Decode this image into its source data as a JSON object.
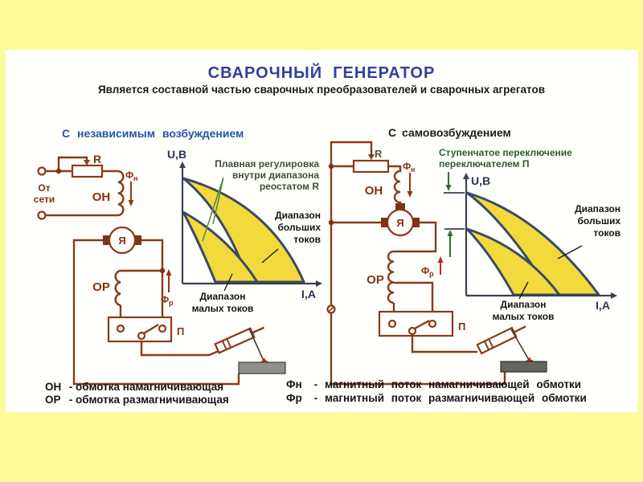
{
  "slide": {
    "title": "СВАРОЧНЫЙ  ГЕНЕРАТОР",
    "subtitle": "Является составной частью сварочных преобразователей и сварочных агрегатов",
    "colors": {
      "page_yellow": "#fbfb9c",
      "title_blue": "#31409b",
      "heading_blue": "#2853a5",
      "circuit_brown": "#8a3a1a",
      "fan_yellow": "#f2da3c",
      "curve_navy": "#3b4a66",
      "annotation_green": "#2d5c2e",
      "spark_red": "#cc2015"
    }
  },
  "left": {
    "heading": "С независимым возбуждением",
    "circuit": {
      "source_line1": "От",
      "source_line2": "сети",
      "rheostat": "R",
      "magnetizing_winding": "ОН",
      "demagnetizing_winding": "ОР",
      "armature": "Я",
      "switch": "П",
      "flux_base": "Ф",
      "flux_magnetizing_sub": "н",
      "flux_demagnetizing_sub": "р"
    },
    "graph": {
      "y_axis": "U,B",
      "x_axis": "I,A",
      "regulation_note": [
        "Плавная регулировка",
        "внутри диапазона",
        "реостатом R"
      ],
      "big_current_range": [
        "Диапазон",
        "больших",
        "токов"
      ],
      "small_current_range": [
        "Диапазон",
        "малых токов"
      ]
    }
  },
  "right": {
    "heading": "С самовозбуждением",
    "circuit": {
      "rheostat": "R",
      "magnetizing_winding": "ОН",
      "demagnetizing_winding": "ОР",
      "armature": "Я",
      "switch": "П",
      "flux_base": "Ф",
      "flux_magnetizing_sub": "н",
      "flux_demagnetizing_sub": "р"
    },
    "graph": {
      "y_axis": "U,B",
      "x_axis": "I,A",
      "switching_note": [
        "Ступенчатое переключение",
        "переключателем П"
      ],
      "big_current_range": [
        "Диапазон",
        "больших",
        "токов"
      ],
      "small_current_range": [
        "Диапазон",
        "малых токов"
      ]
    }
  },
  "legend": {
    "rows": [
      {
        "term": "ОН",
        "dash": "-",
        "desc": "обмотка намагничивающая"
      },
      {
        "term": "ОР",
        "dash": "-",
        "desc": "обмотка размагничивающая"
      },
      {
        "term": "Фн",
        "dash": "-",
        "desc": "магнитный поток намагничивающей обмотки"
      },
      {
        "term": "Фр",
        "dash": "-",
        "desc": "магнитный поток размагничивающей обмотки"
      }
    ]
  }
}
